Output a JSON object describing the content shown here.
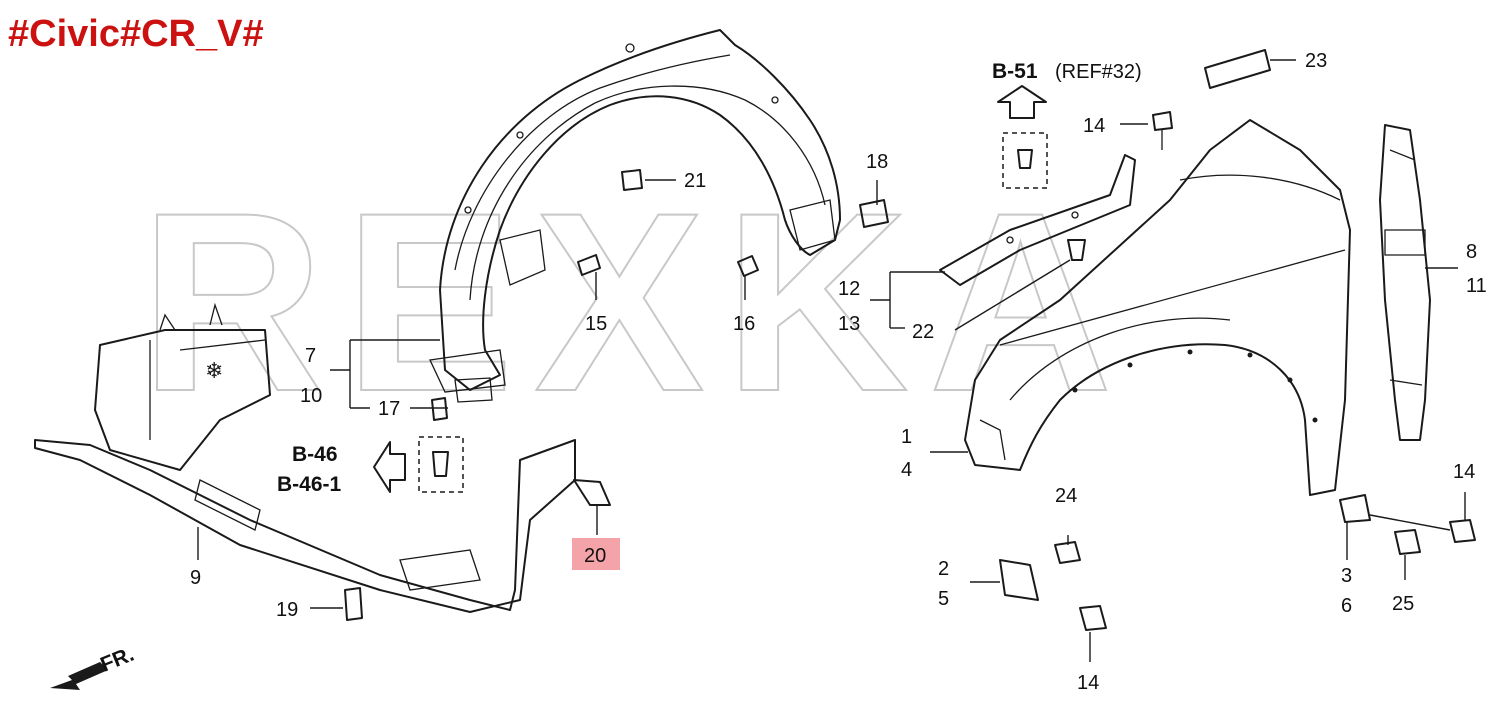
{
  "title": "#Civic#CR_V#",
  "colors": {
    "title": "#cc1111",
    "highlight": "#f4a4a8",
    "lines": "#1a1a1a",
    "watermark": "#c8c8c8"
  },
  "watermark": "REXKA",
  "refs": {
    "b51": "B-51",
    "b51_ref": "(REF#32)",
    "b46": "B-46",
    "b46_1": "B-46-1"
  },
  "direction": "FR.",
  "callouts": {
    "c1": "1",
    "c2": "2",
    "c3": "3",
    "c4": "4",
    "c5": "5",
    "c6": "6",
    "c7": "7",
    "c8": "8",
    "c9": "9",
    "c10": "10",
    "c11": "11",
    "c12": "12",
    "c13": "13",
    "c14a": "14",
    "c14b": "14",
    "c14c": "14",
    "c15": "15",
    "c16": "16",
    "c17": "17",
    "c18": "18",
    "c19": "19",
    "c20": "20",
    "c21": "21",
    "c22": "22",
    "c23": "23",
    "c24": "24",
    "c25": "25"
  },
  "highlighted_part": "20"
}
